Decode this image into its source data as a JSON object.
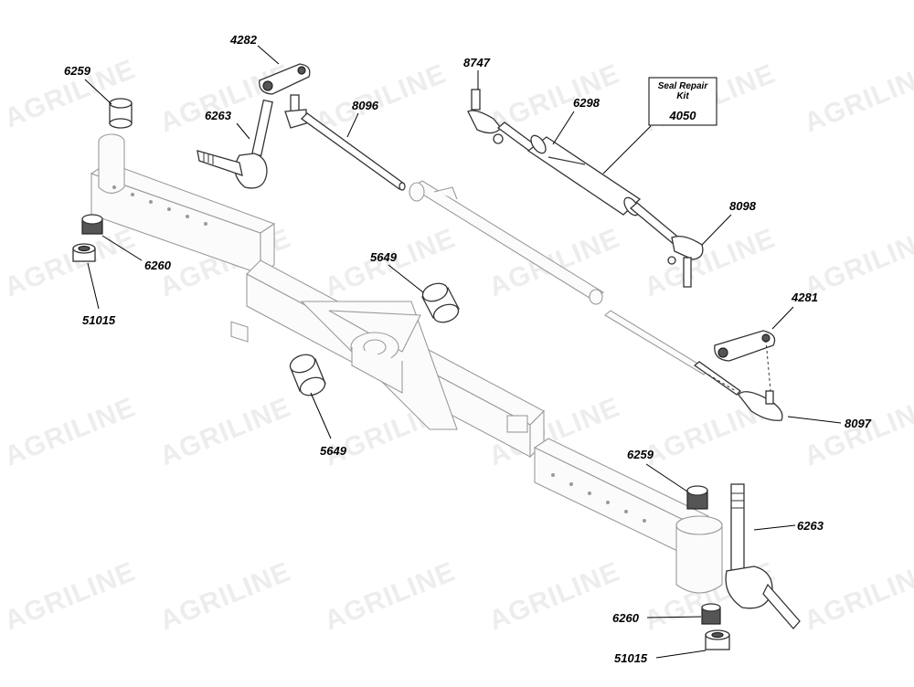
{
  "watermark": "AGRILINE",
  "labels": {
    "l6259_top": "6259",
    "l4282": "4282",
    "l6263_top": "6263",
    "l8096": "8096",
    "l8747": "8747",
    "l6298": "6298",
    "l4050": "4050",
    "l8098": "8098",
    "l6260_left": "6260",
    "l51015_left": "51015",
    "l5649_top": "5649",
    "l5649_bottom": "5649",
    "l4281": "4281",
    "l8097": "8097",
    "l6259_bottom": "6259",
    "l6263_bottom": "6263",
    "l6260_bottom": "6260",
    "l51015_bottom": "51015"
  },
  "seal_kit": {
    "line1": "Seal Repair",
    "line2": "Kit"
  }
}
